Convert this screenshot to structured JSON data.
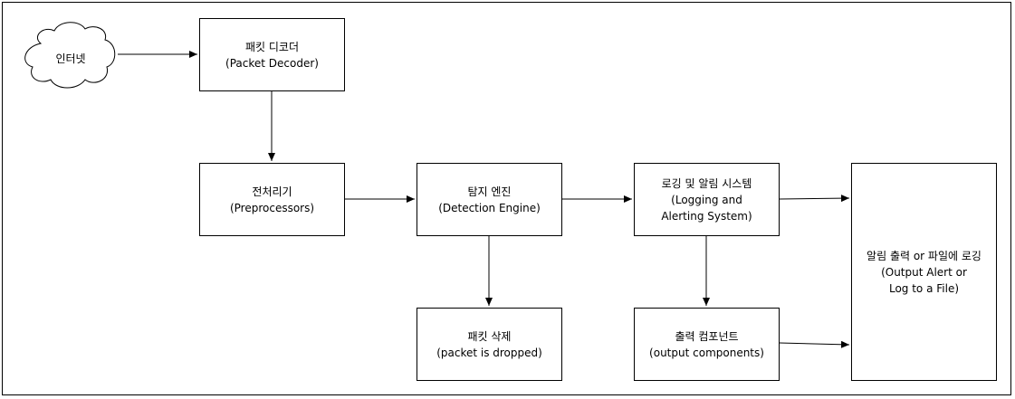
{
  "nodes": {
    "internet": {
      "label": "인터넷"
    },
    "packet_decoder": {
      "line1": "패킷 디코더",
      "line2": "(Packet Decoder)"
    },
    "preprocessors": {
      "line1": "전처리기",
      "line2": "(Preprocessors)"
    },
    "detection_engine": {
      "line1": "탐지 엔진",
      "line2": "(Detection Engine)"
    },
    "logging_alerting": {
      "line1": "로깅 및 알림 시스템",
      "line2": "(Logging and",
      "line3": "Alerting System)"
    },
    "packet_dropped": {
      "line1": "패킷 삭제",
      "line2": "(packet is dropped)"
    },
    "output_components": {
      "line1": "출력 컴포넌트",
      "line2": "(output components)"
    },
    "output_alert": {
      "line1": "알림 출력 or 파일에 로깅",
      "line2": "(Output Alert or",
      "line3": "Log to a File)"
    }
  }
}
